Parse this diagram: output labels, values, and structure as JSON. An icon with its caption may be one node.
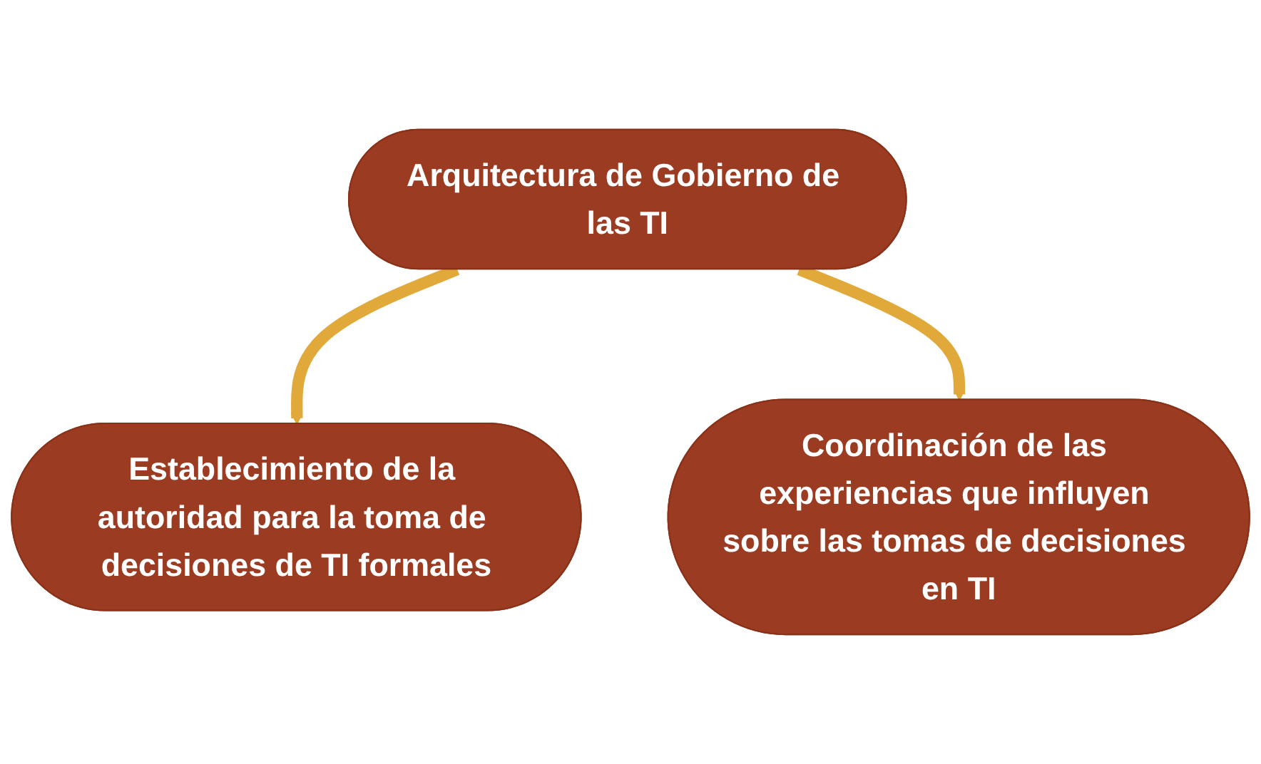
{
  "diagram": {
    "nodes": [
      {
        "text": [
          "Arquitectura de Gobierno de las TI"
        ]
      },
      {
        "text": [
          "Establecimiento de la autoridad para la toma de decisiones de TI formales"
        ]
      },
      {
        "text": [
          "Coordinación de las experiencias que influyen sobre las tomas de decisiones en TI"
        ]
      }
    ],
    "edges": [
      {
        "from": 0,
        "to": 1,
        "arrow": "to"
      },
      {
        "from": 0,
        "to": 2,
        "arrow": "to"
      }
    ]
  }
}
